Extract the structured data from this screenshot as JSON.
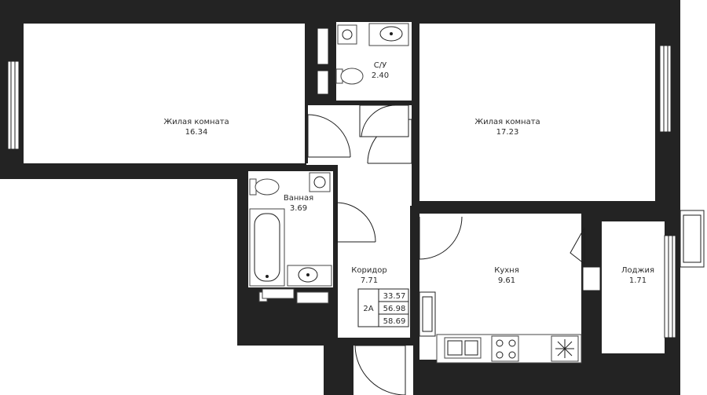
{
  "rooms": {
    "living1": {
      "name": "Жилая комната",
      "area": "16.34"
    },
    "wc": {
      "name": "С/У",
      "area": "2.40"
    },
    "living2": {
      "name": "Жилая комната",
      "area": "17.23"
    },
    "bath": {
      "name": "Ванная",
      "area": "3.69"
    },
    "corridor": {
      "name": "Коридор",
      "area": "7.71"
    },
    "kitchen": {
      "name": "Кухня",
      "area": "9.61"
    },
    "loggia": {
      "name": "Лоджия",
      "area": "1.71"
    }
  },
  "summary": {
    "type": "2А",
    "living_area": "33.57",
    "total_area": "56.98",
    "total_with_loggia": "58.69"
  },
  "colors": {
    "wall": "#232323",
    "floor": "#ffffff"
  }
}
